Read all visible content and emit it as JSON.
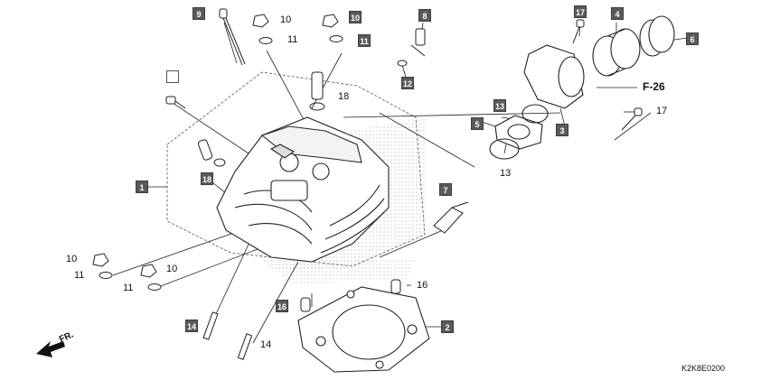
{
  "callouts": {
    "c1": "1",
    "c2": "2",
    "c3": "3",
    "c4": "4",
    "c5": "5",
    "c6": "6",
    "c7": "7",
    "c8": "8",
    "c9": "9",
    "c10a": "10",
    "c10b": "10",
    "c10c": "10",
    "c10d": "10",
    "c11a": "11",
    "c11b": "11",
    "c11c": "11",
    "c11d": "11",
    "c12": "12",
    "c13a": "13",
    "c13b": "13",
    "c14a": "14",
    "c14b": "14",
    "c16a": "16",
    "c16b": "16",
    "c17a": "17",
    "c17b": "17",
    "c18a": "18",
    "c18b": "18"
  },
  "reference": "F-26",
  "front_label": "FR.",
  "diagram_code": "K2K8E0200",
  "colors": {
    "callout_fill": "#5a5a5a",
    "line": "#222222"
  }
}
